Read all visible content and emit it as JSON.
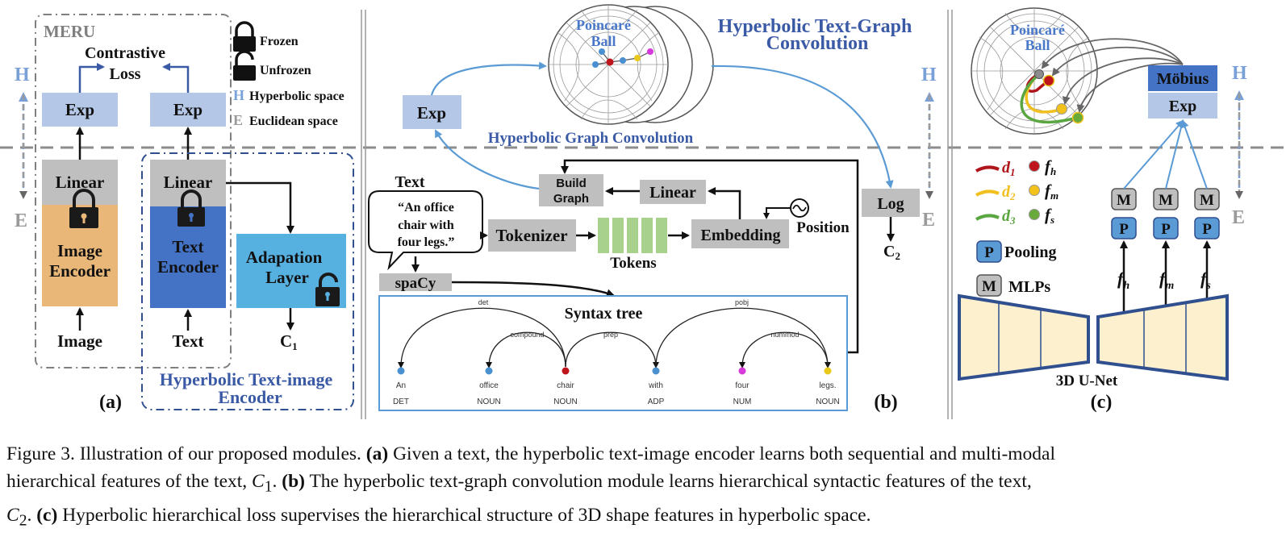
{
  "panel_a": {
    "meru_label": "MERU",
    "contrastive_loss_line1": "Contrastive",
    "contrastive_loss_line2": "Loss",
    "exp_left": "Exp",
    "exp_right": "Exp",
    "legend": {
      "frozen": "Frozen",
      "unfrozen": "Unfrozen",
      "h_letter": "H",
      "hyperbolic_space": "Hyperbolic space",
      "e_letter": "E",
      "euclidean_space": "Euclidean space"
    },
    "axis_h": "H",
    "axis_e": "E",
    "linear_left": "Linear",
    "linear_right": "Linear",
    "image_encoder_line1": "Image",
    "image_encoder_line2": "Encoder",
    "text_encoder_line1": "Text",
    "text_encoder_line2": "Encoder",
    "adaptation_line1": "Adapation",
    "adaptation_line2": "Layer",
    "input_image": "Image",
    "input_text": "Text",
    "output_c": "C",
    "output_c_sub": "1",
    "hte_line1": "Hyperbolic Text-image",
    "hte_line2": "Encoder",
    "panel_label": "(a)"
  },
  "panel_b": {
    "poincare_line1": "Poincaré",
    "poincare_line2": "Ball",
    "title_line1": "Hyperbolic Text-Graph",
    "title_line2": "Convolution",
    "exp": "Exp",
    "hgc_label": "Hyperbolic Graph Convolution",
    "axis_h": "H",
    "axis_e": "E",
    "text_label": "Text",
    "quote_line1": "“An office",
    "quote_line2": "chair with",
    "quote_line3": "four legs.”",
    "build_graph_line1": "Build",
    "build_graph_line2": "Graph",
    "linear": "Linear",
    "tokenizer": "Tokenizer",
    "tokens": "Tokens",
    "embedding": "Embedding",
    "position": "Position",
    "log": "Log",
    "output_c": "C",
    "output_c_sub": "2",
    "spacy": "spaCy",
    "syntax_tree_title": "Syntax tree",
    "arcs": [
      "det",
      "compound",
      "prep",
      "pobj",
      "nummod"
    ],
    "words": [
      "An",
      "office",
      "chair",
      "with",
      "four",
      "legs."
    ],
    "tags": [
      "DET",
      "NOUN",
      "NOUN",
      "ADP",
      "NUM",
      "NOUN"
    ],
    "word_colors": [
      "#4a90d0",
      "#4a90d0",
      "#c0141c",
      "#4a90d0",
      "#d63ad8",
      "#e8c81a"
    ],
    "panel_label": "(b)"
  },
  "panel_c": {
    "poincare_line1": "Poincaré",
    "poincare_line2": "Ball",
    "mobius": "Möbius",
    "exp": "Exp",
    "axis_h": "H",
    "axis_e": "E",
    "d_items": [
      {
        "d": "d",
        "sub": "1",
        "f": "f",
        "fsub": "h",
        "line_color": "#b0151c",
        "dot_color": "#c0141c"
      },
      {
        "d": "d",
        "sub": "2",
        "f": "f",
        "fsub": "m",
        "line_color": "#f0c020",
        "dot_color": "#f2c21a"
      },
      {
        "d": "d",
        "sub": "3",
        "f": "f",
        "fsub": "s",
        "line_color": "#5aa640",
        "dot_color": "#6aaa3a"
      }
    ],
    "m_letter": "M",
    "p_letter": "P",
    "pooling": "Pooling",
    "mlps": "MLPs",
    "f_labels": [
      {
        "f": "f",
        "sub": "h"
      },
      {
        "f": "f",
        "sub": "m"
      },
      {
        "f": "f",
        "sub": "s"
      }
    ],
    "unet_label": "3D U-Net",
    "panel_label": "(c)"
  },
  "caption": {
    "fig_label": "Figure 3. Illustration of our proposed modules.",
    "a_tag": "(a)",
    "a_text": " Given a text, the hyperbolic text-image encoder learns both sequential and multi-modal",
    "a_text2": "hierarchical features of the text, ",
    "c1": "C",
    "c1_sub": "1",
    "b_tag": "(b)",
    "b_text": " The hyperbolic text-graph convolution module learns hierarchical syntactic features of the text,",
    "c2": "C",
    "c2_sub": "2",
    "c_tag": "(c)",
    "c_text": " Hyperbolic hierarchical loss supervises the hierarchical structure of 3D shape features in hyperbolic space."
  },
  "colors": {
    "exp_fill": "#b4c7e7",
    "linear_fill": "#bfbfbf",
    "image_encoder_fill": "#e9b777",
    "text_encoder_fill": "#4472c4",
    "adaptation_fill": "#56b0e0",
    "gray_box": "#bfbfbf",
    "token_fill": "#a9d18e",
    "mobius_fill": "#4472c4",
    "unet_fill": "#fdf0cf",
    "unet_stroke": "#2f4f8f",
    "p_fill": "#5b9bd5",
    "m_fill": "#bfbfbf",
    "arrow_blue": "#5b9bd5"
  }
}
